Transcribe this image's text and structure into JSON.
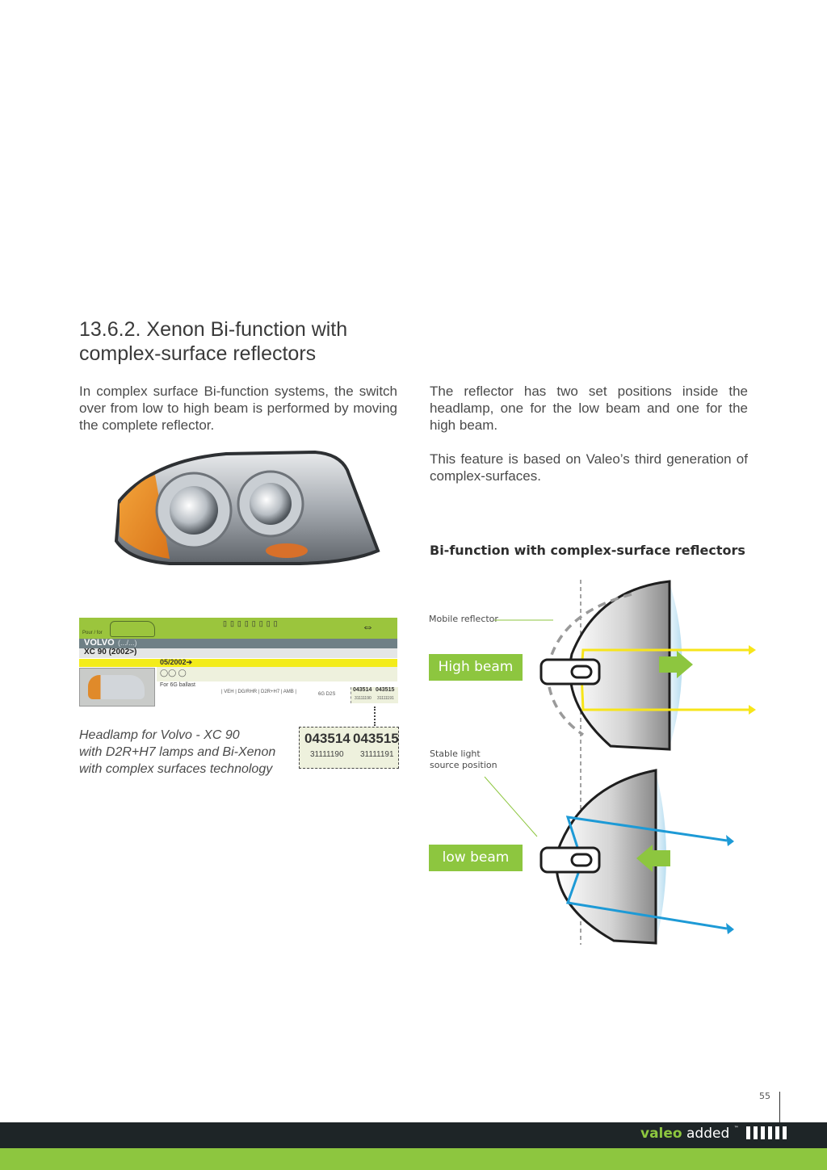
{
  "section_title": [
    "13.6.2. Xenon Bi-function with",
    "complex-surface reflectors"
  ],
  "left_paragraph": "In complex surface Bi-function systems, the switch over from low to high beam is performed by moving the complete reflector.",
  "right_paragraphs": [
    "The reflector has two set positions inside the headlamp, one for the low beam and one for the high beam.",
    "This feature is based on Valeo’s third generation of complex-surfaces."
  ],
  "catalog": {
    "pour_for": "Pour / for",
    "make": "VOLVO",
    "make_suffix": "(.../...)",
    "model": "XC 90 (2002>)",
    "date": "05/2002➔",
    "ballast_note": "For 6G ballast",
    "specs": "| VEH | DG/RHR | D2R+H7 | AMB |",
    "codes": "6G D2S",
    "ref_left": "043514",
    "ref_right": "043515",
    "oe_left": "31111190",
    "oe_right": "31111191"
  },
  "part_numbers": {
    "ref_left": "043514",
    "ref_right": "043515",
    "oe_left": "31111190",
    "oe_right": "31111191"
  },
  "caption": [
    "Headlamp for Volvo - XC 90",
    "with D2R+H7 lamps and Bi-Xenon",
    "with complex surfaces technology"
  ],
  "diagram": {
    "title": "Bi-function with complex-surface reflectors",
    "mobile_reflector_label": "Mobile reflector",
    "stable_label": [
      "Stable light",
      "source position"
    ],
    "high_beam_label": "High beam",
    "low_beam_label": "low beam",
    "colors": {
      "high_beam_ray": "#f7e51a",
      "low_beam_ray": "#1d9ad6",
      "arrow": "#8dc63f",
      "lens": "#cfe9f5"
    }
  },
  "page_number": "55",
  "footer": {
    "brand": "valeo",
    "tagline": "added",
    "colors": {
      "dark": "#1e2527",
      "green": "#8dc63f"
    }
  }
}
